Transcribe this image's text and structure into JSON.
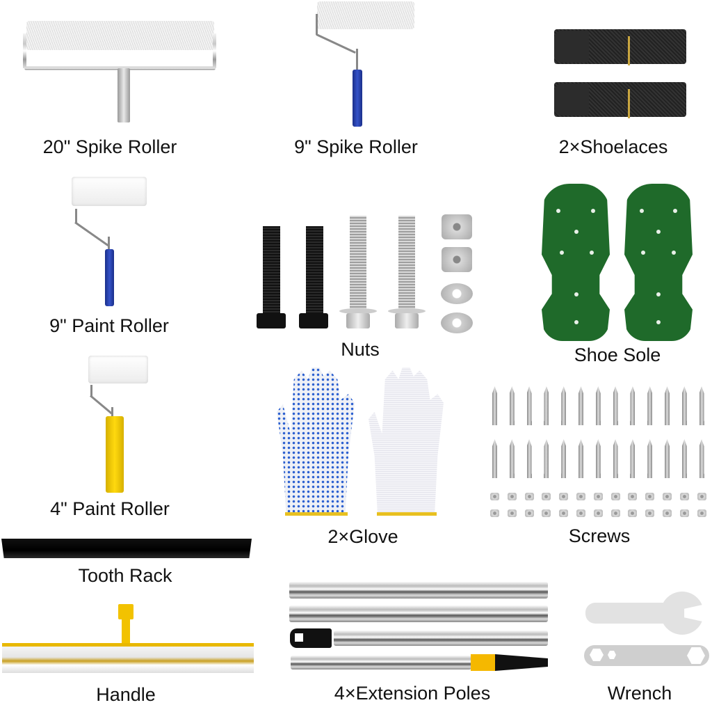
{
  "items": [
    {
      "id": "spike-roller-20",
      "label": "20\" Spike Roller"
    },
    {
      "id": "spike-roller-9",
      "label": "9\" Spike Roller"
    },
    {
      "id": "shoelaces",
      "label": "2×Shoelaces"
    },
    {
      "id": "paint-roller-9",
      "label": "9\" Paint Roller"
    },
    {
      "id": "nuts",
      "label": "Nuts"
    },
    {
      "id": "shoe-sole",
      "label": "Shoe Sole"
    },
    {
      "id": "paint-roller-4",
      "label": "4\" Paint Roller"
    },
    {
      "id": "glove",
      "label": "2×Glove"
    },
    {
      "id": "screws",
      "label": "Screws"
    },
    {
      "id": "tooth-rack",
      "label": "Tooth Rack"
    },
    {
      "id": "handle",
      "label": "Handle"
    },
    {
      "id": "extension-poles",
      "label": "4×Extension Poles"
    },
    {
      "id": "wrench",
      "label": "Wrench"
    }
  ],
  "colors": {
    "background": "#ffffff",
    "label_text": "#111111",
    "grip_blue": "#2a44b8",
    "grip_yellow": "#ffd200",
    "sole_green": "#1f6a2a"
  }
}
